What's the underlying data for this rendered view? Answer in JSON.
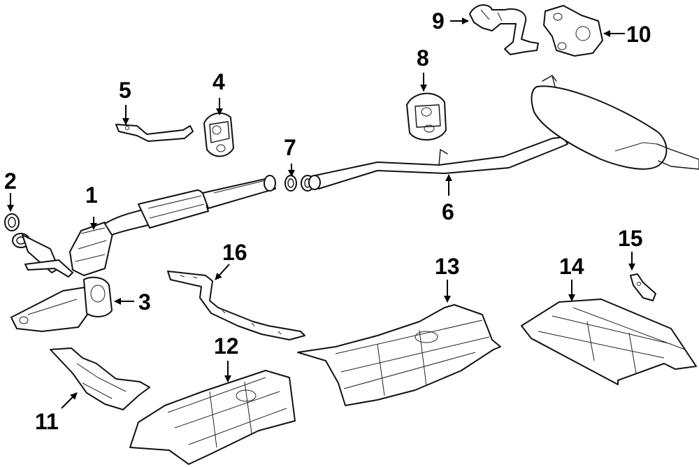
{
  "callouts": [
    {
      "id": "1",
      "label": "1"
    },
    {
      "id": "2",
      "label": "2"
    },
    {
      "id": "3",
      "label": "3"
    },
    {
      "id": "4",
      "label": "4"
    },
    {
      "id": "5",
      "label": "5"
    },
    {
      "id": "6",
      "label": "6"
    },
    {
      "id": "7",
      "label": "7"
    },
    {
      "id": "8",
      "label": "8"
    },
    {
      "id": "9",
      "label": "9"
    },
    {
      "id": "10",
      "label": "10"
    },
    {
      "id": "11",
      "label": "11"
    },
    {
      "id": "12",
      "label": "12"
    },
    {
      "id": "13",
      "label": "13"
    },
    {
      "id": "14",
      "label": "14"
    },
    {
      "id": "15",
      "label": "15"
    },
    {
      "id": "16",
      "label": "16"
    }
  ],
  "colors": {
    "line": "#111111",
    "background": "#ffffff"
  }
}
